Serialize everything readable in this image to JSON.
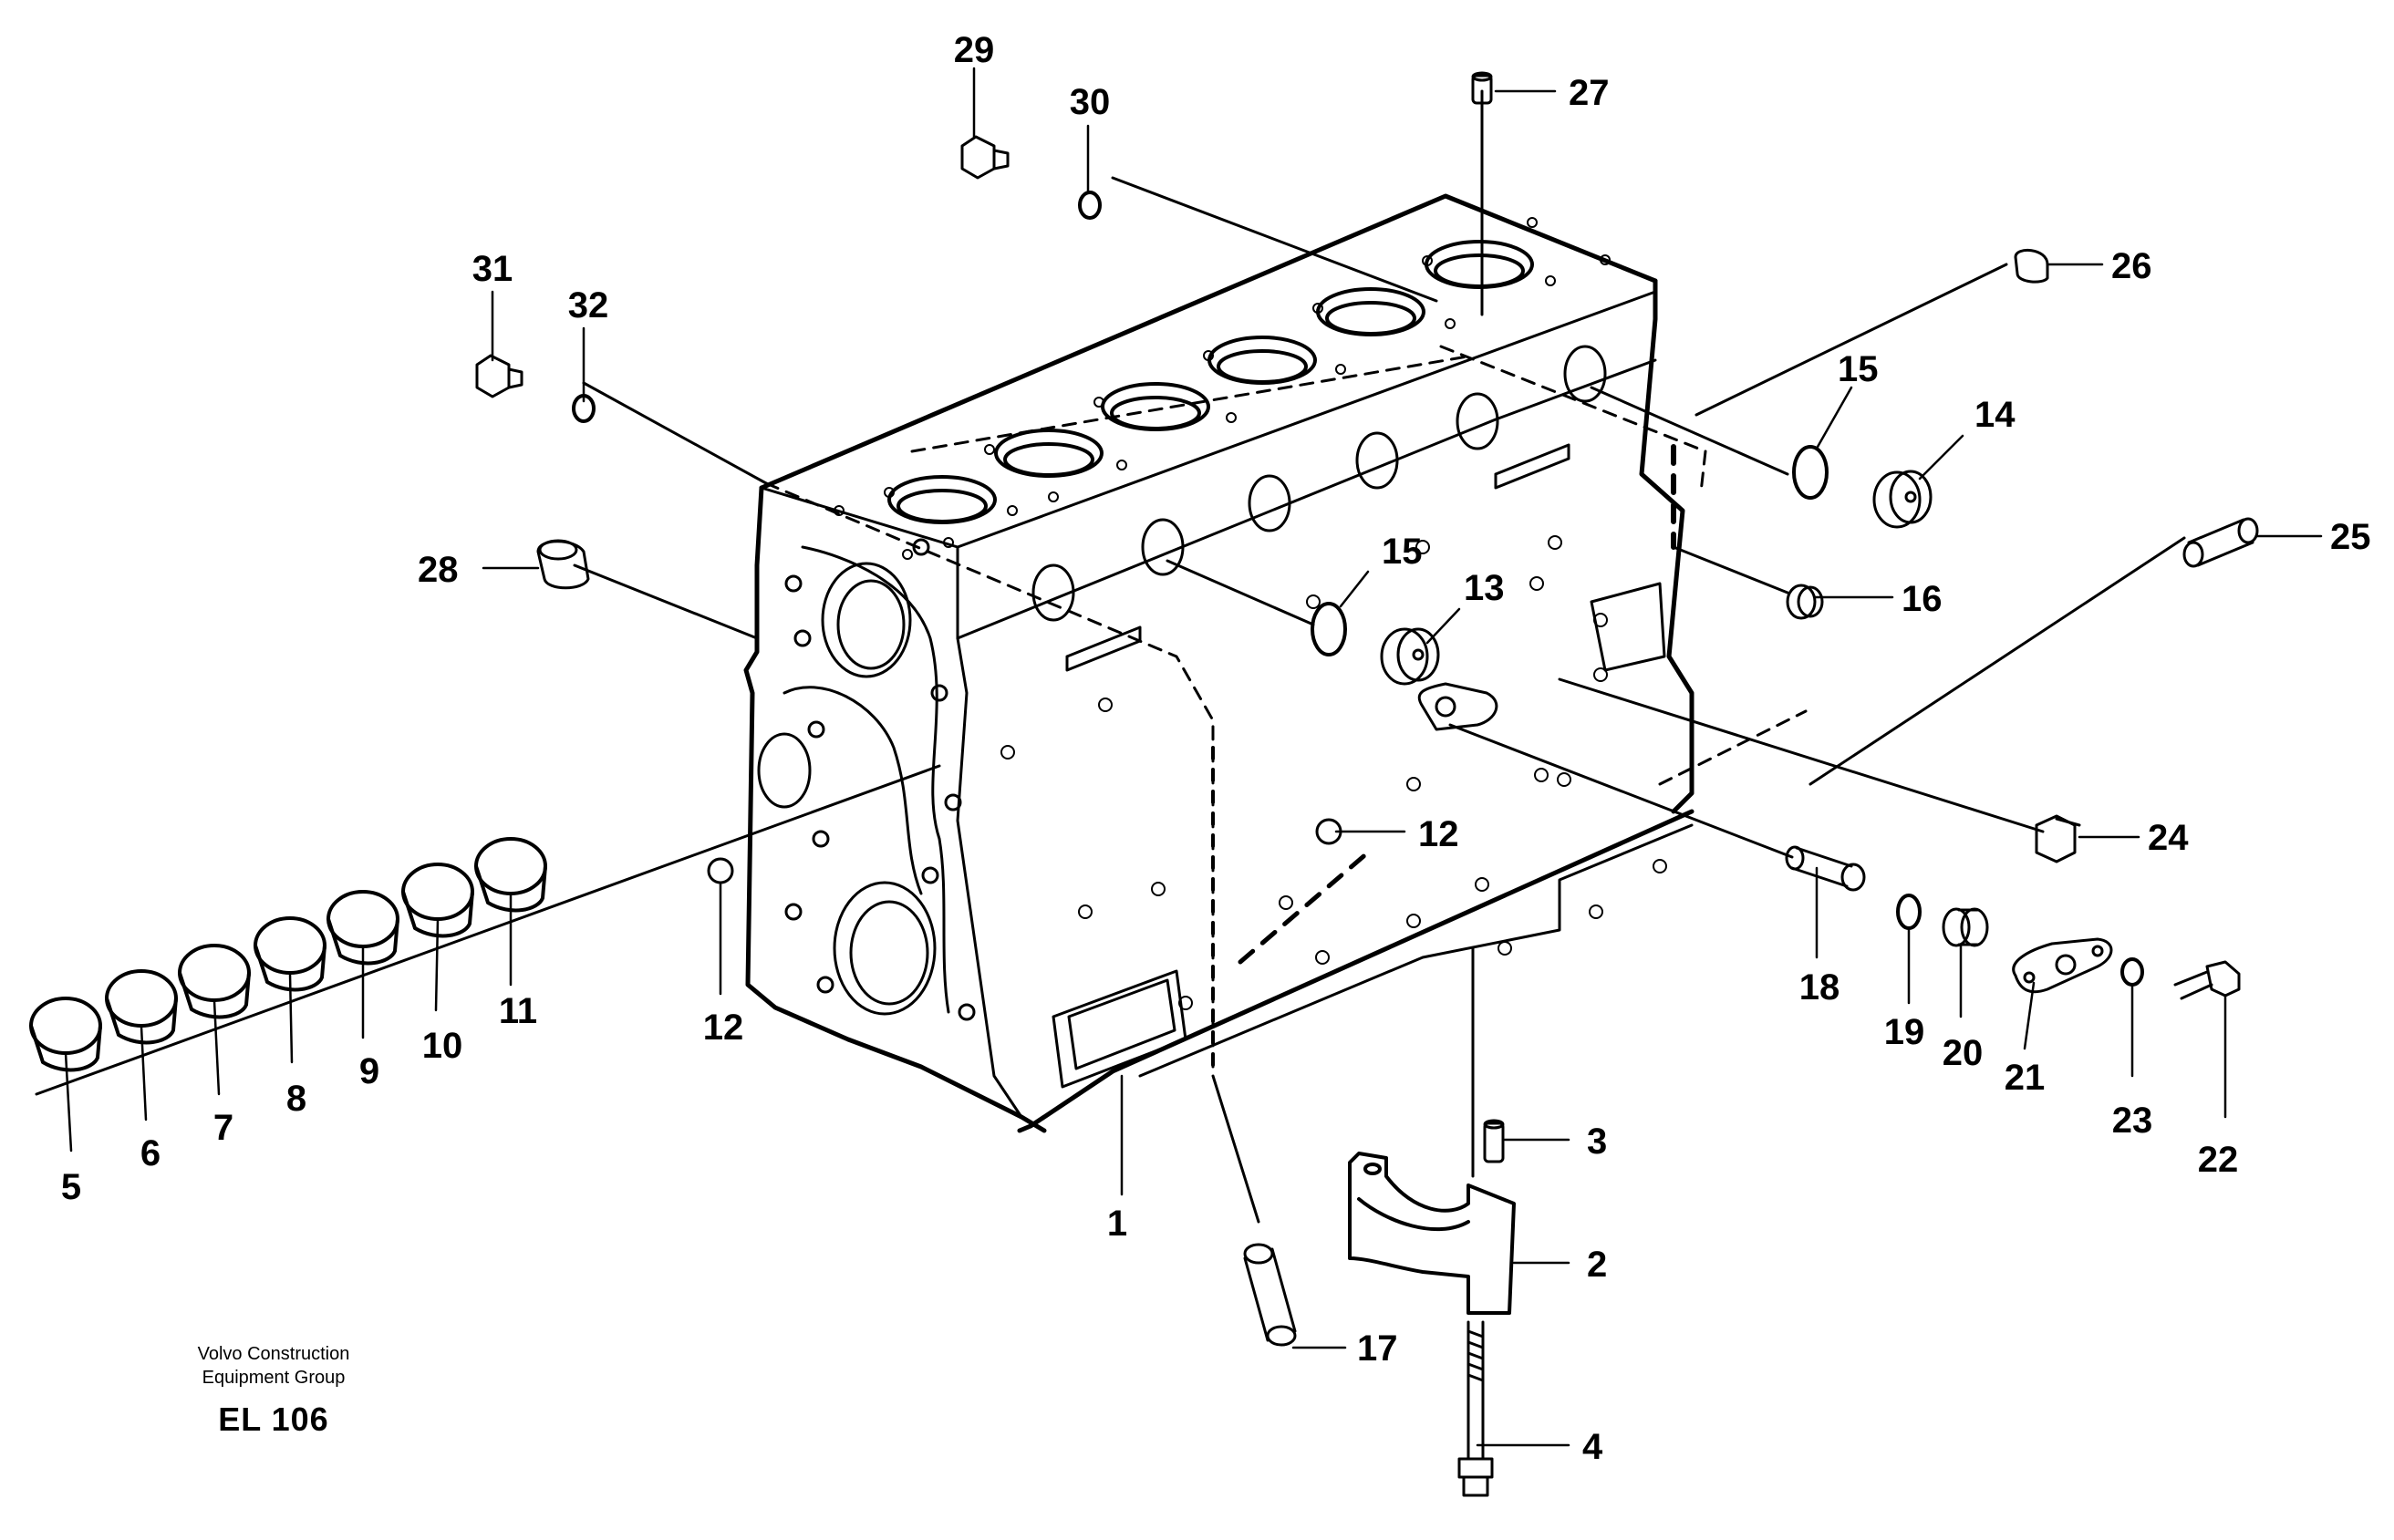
{
  "callouts": [
    {
      "id": "1",
      "label": "1"
    },
    {
      "id": "2",
      "label": "2"
    },
    {
      "id": "3",
      "label": "3"
    },
    {
      "id": "4",
      "label": "4"
    },
    {
      "id": "5",
      "label": "5"
    },
    {
      "id": "6",
      "label": "6"
    },
    {
      "id": "7",
      "label": "7"
    },
    {
      "id": "8",
      "label": "8"
    },
    {
      "id": "9",
      "label": "9"
    },
    {
      "id": "10",
      "label": "10"
    },
    {
      "id": "11",
      "label": "11"
    },
    {
      "id": "12a",
      "label": "12"
    },
    {
      "id": "12b",
      "label": "12"
    },
    {
      "id": "13",
      "label": "13"
    },
    {
      "id": "14",
      "label": "14"
    },
    {
      "id": "15a",
      "label": "15"
    },
    {
      "id": "15b",
      "label": "15"
    },
    {
      "id": "16",
      "label": "16"
    },
    {
      "id": "17",
      "label": "17"
    },
    {
      "id": "18",
      "label": "18"
    },
    {
      "id": "19",
      "label": "19"
    },
    {
      "id": "20",
      "label": "20"
    },
    {
      "id": "21",
      "label": "21"
    },
    {
      "id": "22",
      "label": "22"
    },
    {
      "id": "23",
      "label": "23"
    },
    {
      "id": "24",
      "label": "24"
    },
    {
      "id": "25",
      "label": "25"
    },
    {
      "id": "26",
      "label": "26"
    },
    {
      "id": "27",
      "label": "27"
    },
    {
      "id": "28",
      "label": "28"
    },
    {
      "id": "29",
      "label": "29"
    },
    {
      "id": "30",
      "label": "30"
    },
    {
      "id": "31",
      "label": "31"
    },
    {
      "id": "32",
      "label": "32"
    }
  ],
  "caption": {
    "company_line1": "Volvo Construction",
    "company_line2": "Equipment Group",
    "code": "EL 106"
  }
}
